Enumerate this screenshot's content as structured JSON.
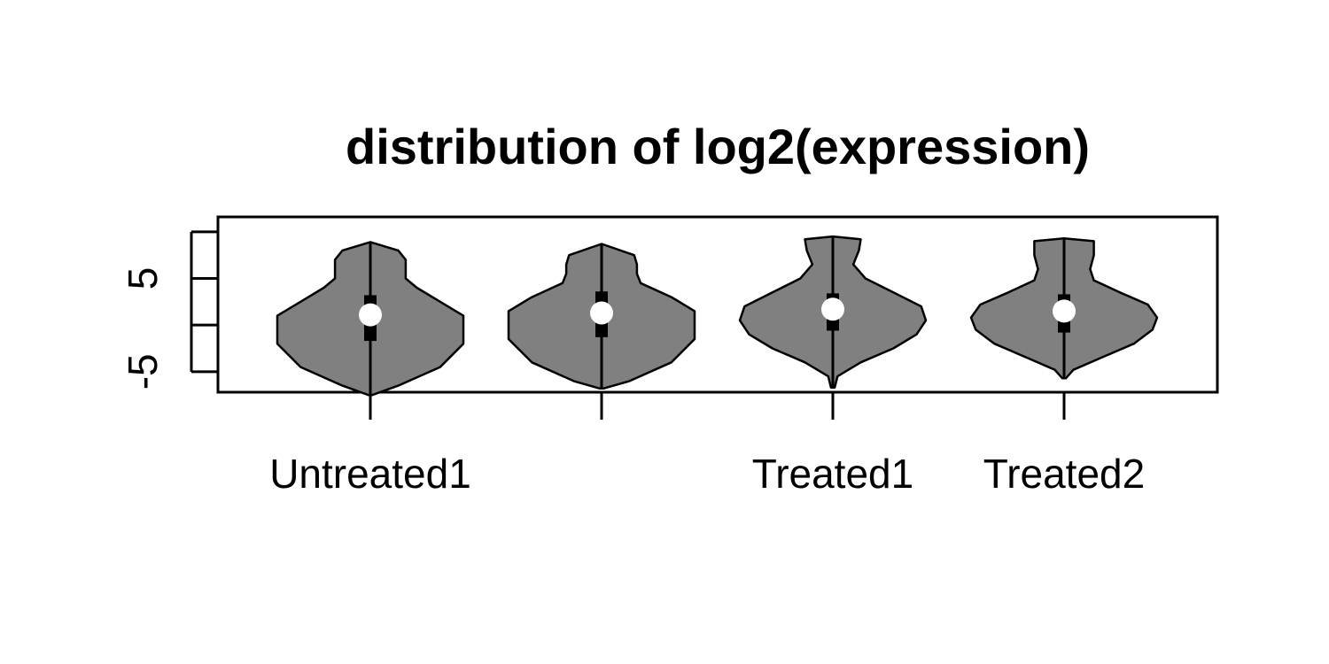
{
  "chart_data": {
    "type": "violin",
    "title": "distribution of log2(expression)",
    "xlabel": "",
    "ylabel": "",
    "categories": [
      "Untreated1",
      "",
      "Treated1",
      "Treated2"
    ],
    "ylim": [
      -7.2,
      11.6
    ],
    "yticks": [
      -5,
      0,
      5,
      10
    ],
    "ytick_labels": [
      "-5",
      "",
      "5",
      ""
    ],
    "grid": false,
    "legend": "none",
    "colors": {
      "violin_fill": "#808080",
      "outline": "#000000",
      "median_marker": "#ffffff",
      "background": "#ffffff"
    },
    "series": [
      {
        "category": "Untreated1",
        "min": -7.5,
        "q1": -1.7,
        "median": 1.1,
        "q3": 3.2,
        "max": 8.9,
        "density": [
          [
            -7.5,
            0.02
          ],
          [
            -6.5,
            0.3
          ],
          [
            -4.5,
            0.75
          ],
          [
            -2.0,
            1.0
          ],
          [
            0.0,
            1.0
          ],
          [
            1.0,
            1.0
          ],
          [
            2.5,
            0.75
          ],
          [
            4.0,
            0.5
          ],
          [
            5.0,
            0.38
          ],
          [
            6.0,
            0.38
          ],
          [
            7.0,
            0.38
          ],
          [
            8.0,
            0.3
          ],
          [
            8.9,
            0.0
          ]
        ]
      },
      {
        "category": "",
        "min": -6.8,
        "q1": -1.3,
        "median": 1.3,
        "q3": 3.6,
        "max": 8.7,
        "density": [
          [
            -6.8,
            0.02
          ],
          [
            -6.0,
            0.3
          ],
          [
            -4.0,
            0.75
          ],
          [
            -1.5,
            1.0
          ],
          [
            0.0,
            1.0
          ],
          [
            1.5,
            1.0
          ],
          [
            3.0,
            0.75
          ],
          [
            4.5,
            0.42
          ],
          [
            5.5,
            0.38
          ],
          [
            6.5,
            0.38
          ],
          [
            7.5,
            0.35
          ],
          [
            8.7,
            0.0
          ]
        ]
      },
      {
        "category": "Treated1",
        "min": -6.7,
        "q1": -0.6,
        "median": 1.7,
        "q3": 3.4,
        "max": 9.5,
        "density": [
          [
            -6.7,
            0.02
          ],
          [
            -5.5,
            0.05
          ],
          [
            -4.0,
            0.3
          ],
          [
            -2.5,
            0.65
          ],
          [
            -1.0,
            0.9
          ],
          [
            0.5,
            1.0
          ],
          [
            2.0,
            0.95
          ],
          [
            3.5,
            0.65
          ],
          [
            5.0,
            0.35
          ],
          [
            6.5,
            0.22
          ],
          [
            8.0,
            0.28
          ],
          [
            9.2,
            0.3
          ],
          [
            9.5,
            0.0
          ]
        ]
      },
      {
        "category": "Treated2",
        "min": -5.7,
        "q1": -0.8,
        "median": 1.5,
        "q3": 3.3,
        "max": 9.3,
        "density": [
          [
            -5.7,
            0.02
          ],
          [
            -4.8,
            0.1
          ],
          [
            -3.5,
            0.4
          ],
          [
            -2.0,
            0.75
          ],
          [
            -0.5,
            0.95
          ],
          [
            0.8,
            1.0
          ],
          [
            2.2,
            0.9
          ],
          [
            3.5,
            0.6
          ],
          [
            4.8,
            0.32
          ],
          [
            6.0,
            0.28
          ],
          [
            7.5,
            0.32
          ],
          [
            9.0,
            0.32
          ],
          [
            9.3,
            0.0
          ]
        ]
      }
    ]
  }
}
